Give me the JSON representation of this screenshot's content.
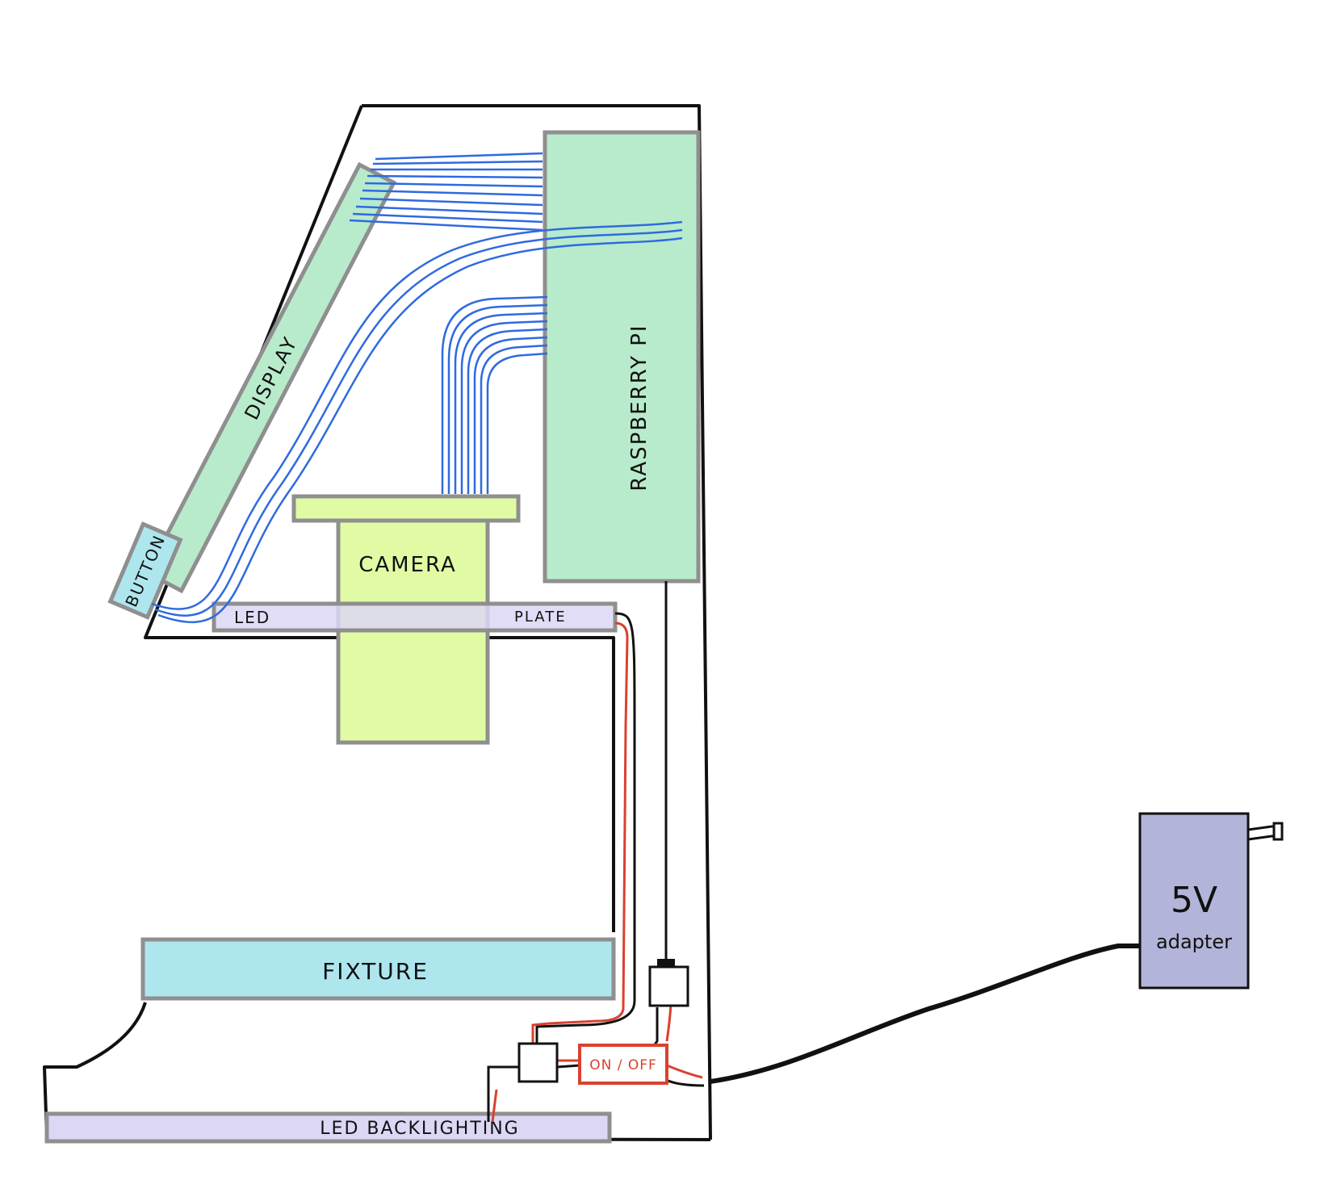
{
  "labels": {
    "display": "DISPLAY",
    "button": "BUTTON",
    "raspberry_pi": "RASPBERRY PI",
    "camera": "CAMERA",
    "led_plate_left": "LED",
    "led_plate_right": "PLATE",
    "fixture": "FIXTURE",
    "led_backlighting": "LED   BACKLIGHTING",
    "switch": "ON / OFF",
    "adapter_main": "5V",
    "adapter_sub": "adapter"
  },
  "colors": {
    "display_fill": "#b8ebcb",
    "pi_fill": "#b8ebcb",
    "button_fill": "#aee6ee",
    "camera_fill": "#e0fba4",
    "led_fill": "#dcd7f5",
    "fixture_fill": "#aee6ee",
    "adapter_fill": "#b3b4d9",
    "outline_gray": "#8f8f8f",
    "wire_blue": "#2f6ae0",
    "wire_red": "#d9412f",
    "wire_black": "#111111"
  }
}
